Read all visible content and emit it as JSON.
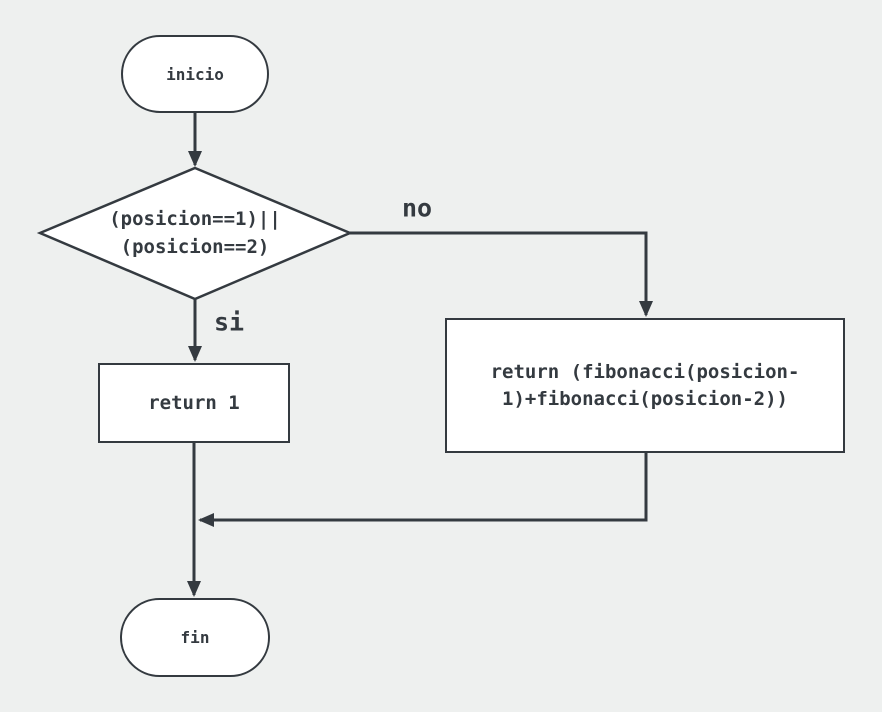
{
  "canvas": {
    "background_color": "#eef0ef",
    "stroke_color": "#343a40",
    "node_fill_color": "#ffffff"
  },
  "nodes": {
    "start": {
      "type": "terminator",
      "label": "inicio"
    },
    "decision": {
      "type": "decision",
      "label_line1": "(posicion==1)||",
      "label_line2": "(posicion==2)"
    },
    "return_recursive": {
      "type": "process",
      "label_line1": "return (fibonacci(posicion-",
      "label_line2": "1)+fibonacci(posicion-2))"
    },
    "return_one": {
      "type": "process",
      "label": "return 1"
    },
    "end": {
      "type": "terminator",
      "label": "fin"
    }
  },
  "edge_labels": {
    "no": "no",
    "si": "si"
  }
}
